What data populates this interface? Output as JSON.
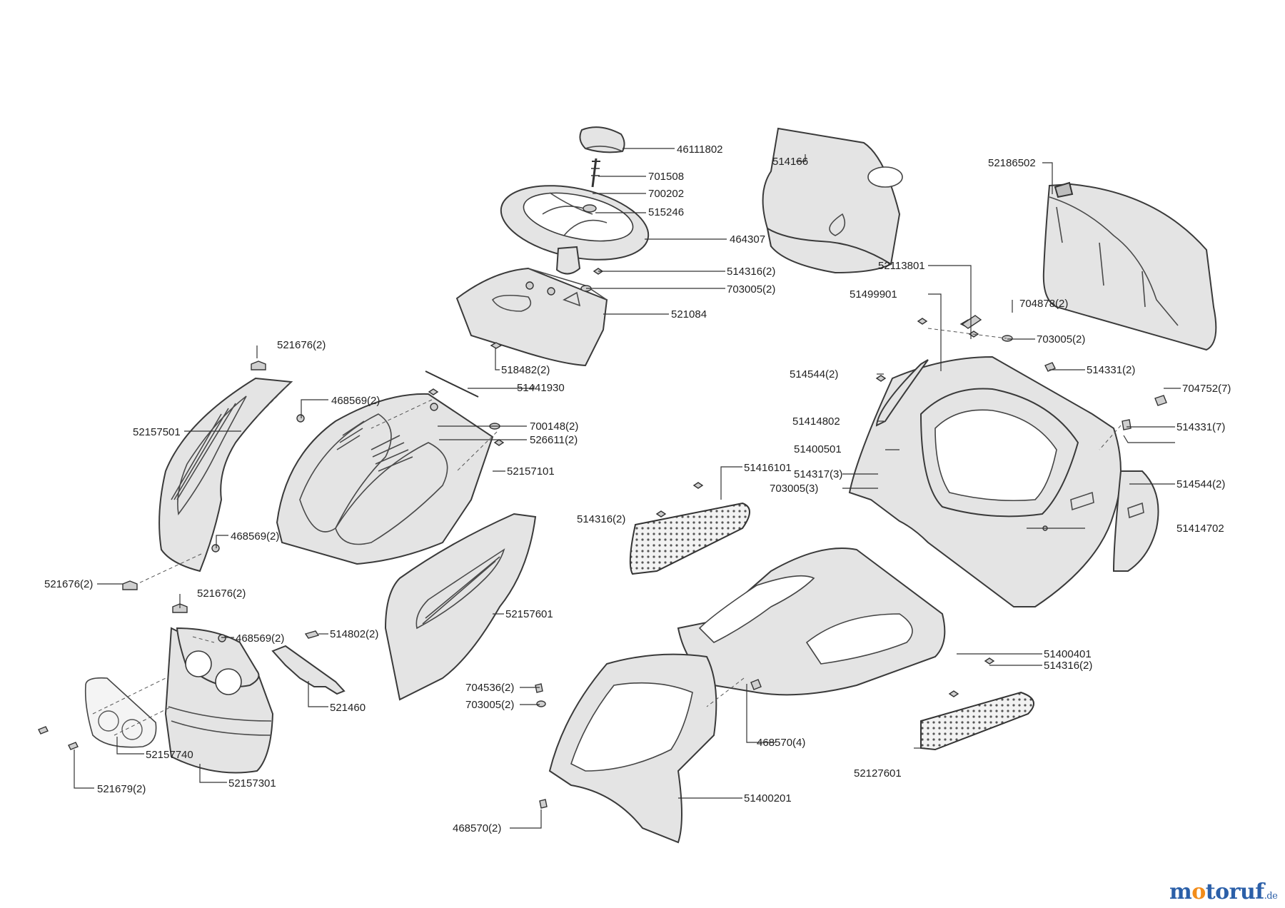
{
  "callouts": {
    "c46111802": "46111802",
    "c701508": "701508",
    "c700202": "700202",
    "c515246": "515246",
    "c464307": "464307",
    "c514316a": "514316(2)",
    "c703005a": "703005(2)",
    "c521084": "521084",
    "c518482": "518482(2)",
    "c51441930": "51441930",
    "c521676a": "521676(2)",
    "c468569a": "468569(2)",
    "c52157501": "52157501",
    "c700148": "700148(2)",
    "c526611": "526611(2)",
    "c52157101": "52157101",
    "c468569b": "468569(2)",
    "c521676b": "521676(2)",
    "c521676c": "521676(2)",
    "c468569c": "468569(2)",
    "c514802": "514802(2)",
    "c521460": "521460",
    "c52157601": "52157601",
    "c52157740": "52157740",
    "c52157301": "52157301",
    "c521679": "521679(2)",
    "c514166": "514166",
    "c52186502": "52186502",
    "c52113801": "52113801",
    "c51499901": "51499901",
    "c704878": "704878(2)",
    "c703005b": "703005(2)",
    "c514544a": "514544(2)",
    "c514331a": "514331(2)",
    "c704752": "704752(7)",
    "c51414802": "51414802",
    "c514331b": "514331(7)",
    "c51400501": "51400501",
    "c51416101": "51416101",
    "c514317": "514317(3)",
    "c703005c": "703005(3)",
    "c514544b": "514544(2)",
    "c514316b": "514316(2)",
    "c51414702": "51414702",
    "c704536": "704536(2)",
    "c703005d": "703005(2)",
    "c468570a": "468570(4)",
    "c51400401": "51400401",
    "c514316c": "514316(2)",
    "c52127601": "52127601",
    "c51400201": "51400201",
    "c468570b": "468570(2)"
  },
  "watermark": {
    "brand_blue": "m",
    "brand_orange": "o",
    "brand_rest": "toruf",
    "tld": ".de"
  }
}
